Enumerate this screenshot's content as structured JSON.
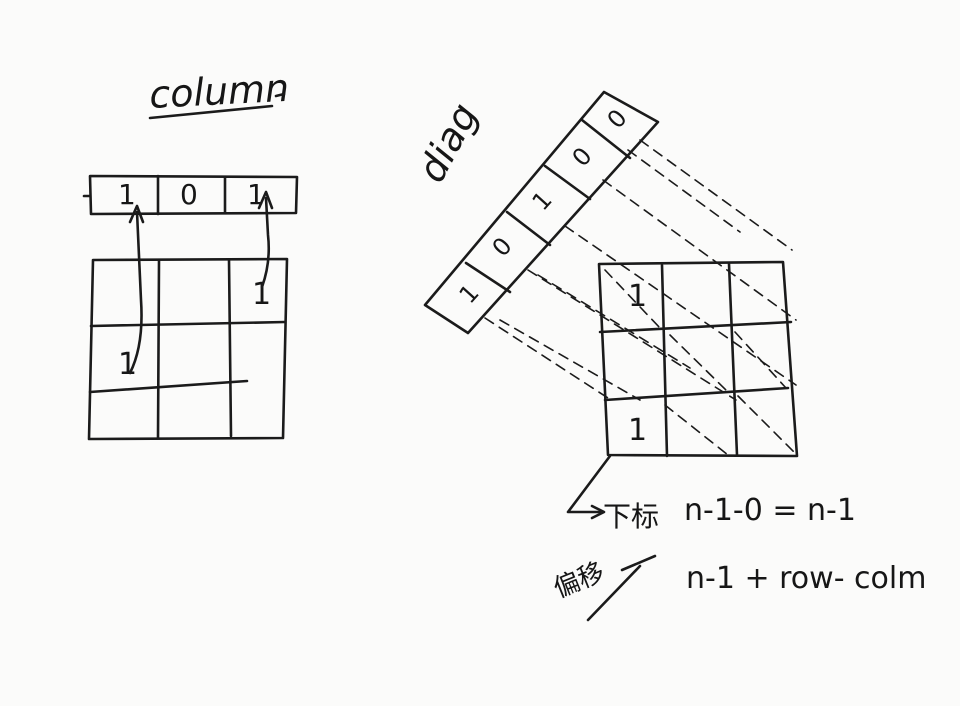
{
  "labels": {
    "column": "column",
    "diag": "diag"
  },
  "column_array": [
    "1",
    "0",
    "1"
  ],
  "column_grid_marks": [
    "1",
    "1"
  ],
  "diag_array": [
    "1",
    "0",
    "1",
    "0",
    "0"
  ],
  "diag_grid_marks": [
    "1",
    "1"
  ],
  "notes": {
    "line1_label": "下标",
    "line1_formula": "n-1-0 = n-1",
    "line2_label": "偏移",
    "line2_formula": "n-1 + row- colm"
  }
}
